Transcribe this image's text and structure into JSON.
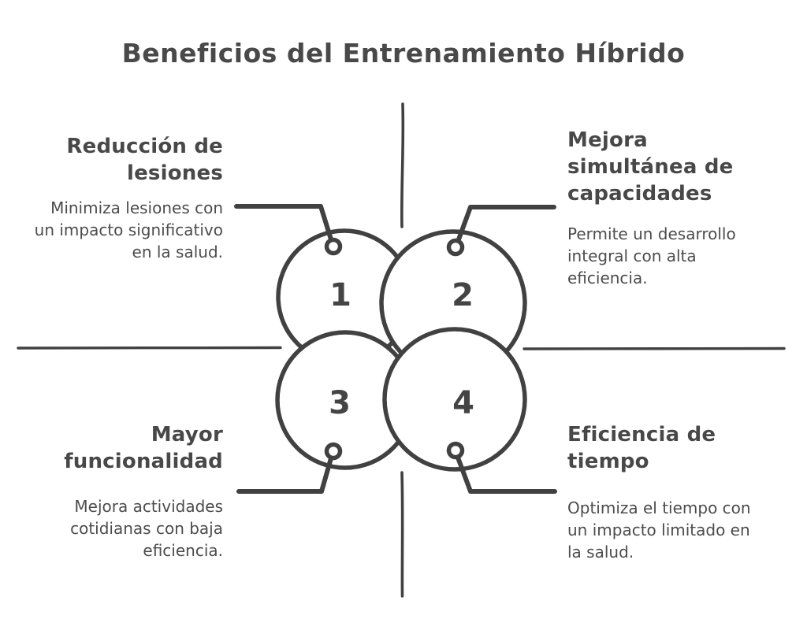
{
  "title": "Beneficios del Entrenamiento Híbrido",
  "colors": {
    "ink_stroke": "#414141",
    "ink_text": "#484848",
    "background": "#ffffff"
  },
  "items": [
    {
      "number": "1",
      "heading": "Reducción de lesiones",
      "body": "Minimiza lesiones con un impacto significativo en la salud."
    },
    {
      "number": "2",
      "heading": "Mejora simultánea de capacidades",
      "body": "Permite un desarrollo integral con alta eficiencia."
    },
    {
      "number": "3",
      "heading": "Mayor funcionalidad",
      "body": "Mejora actividades cotidianas con baja eficiencia."
    },
    {
      "number": "4",
      "heading": "Eficiencia de tiempo",
      "body": "Optimiza el tiempo con un impacto limitado en la salud."
    }
  ]
}
